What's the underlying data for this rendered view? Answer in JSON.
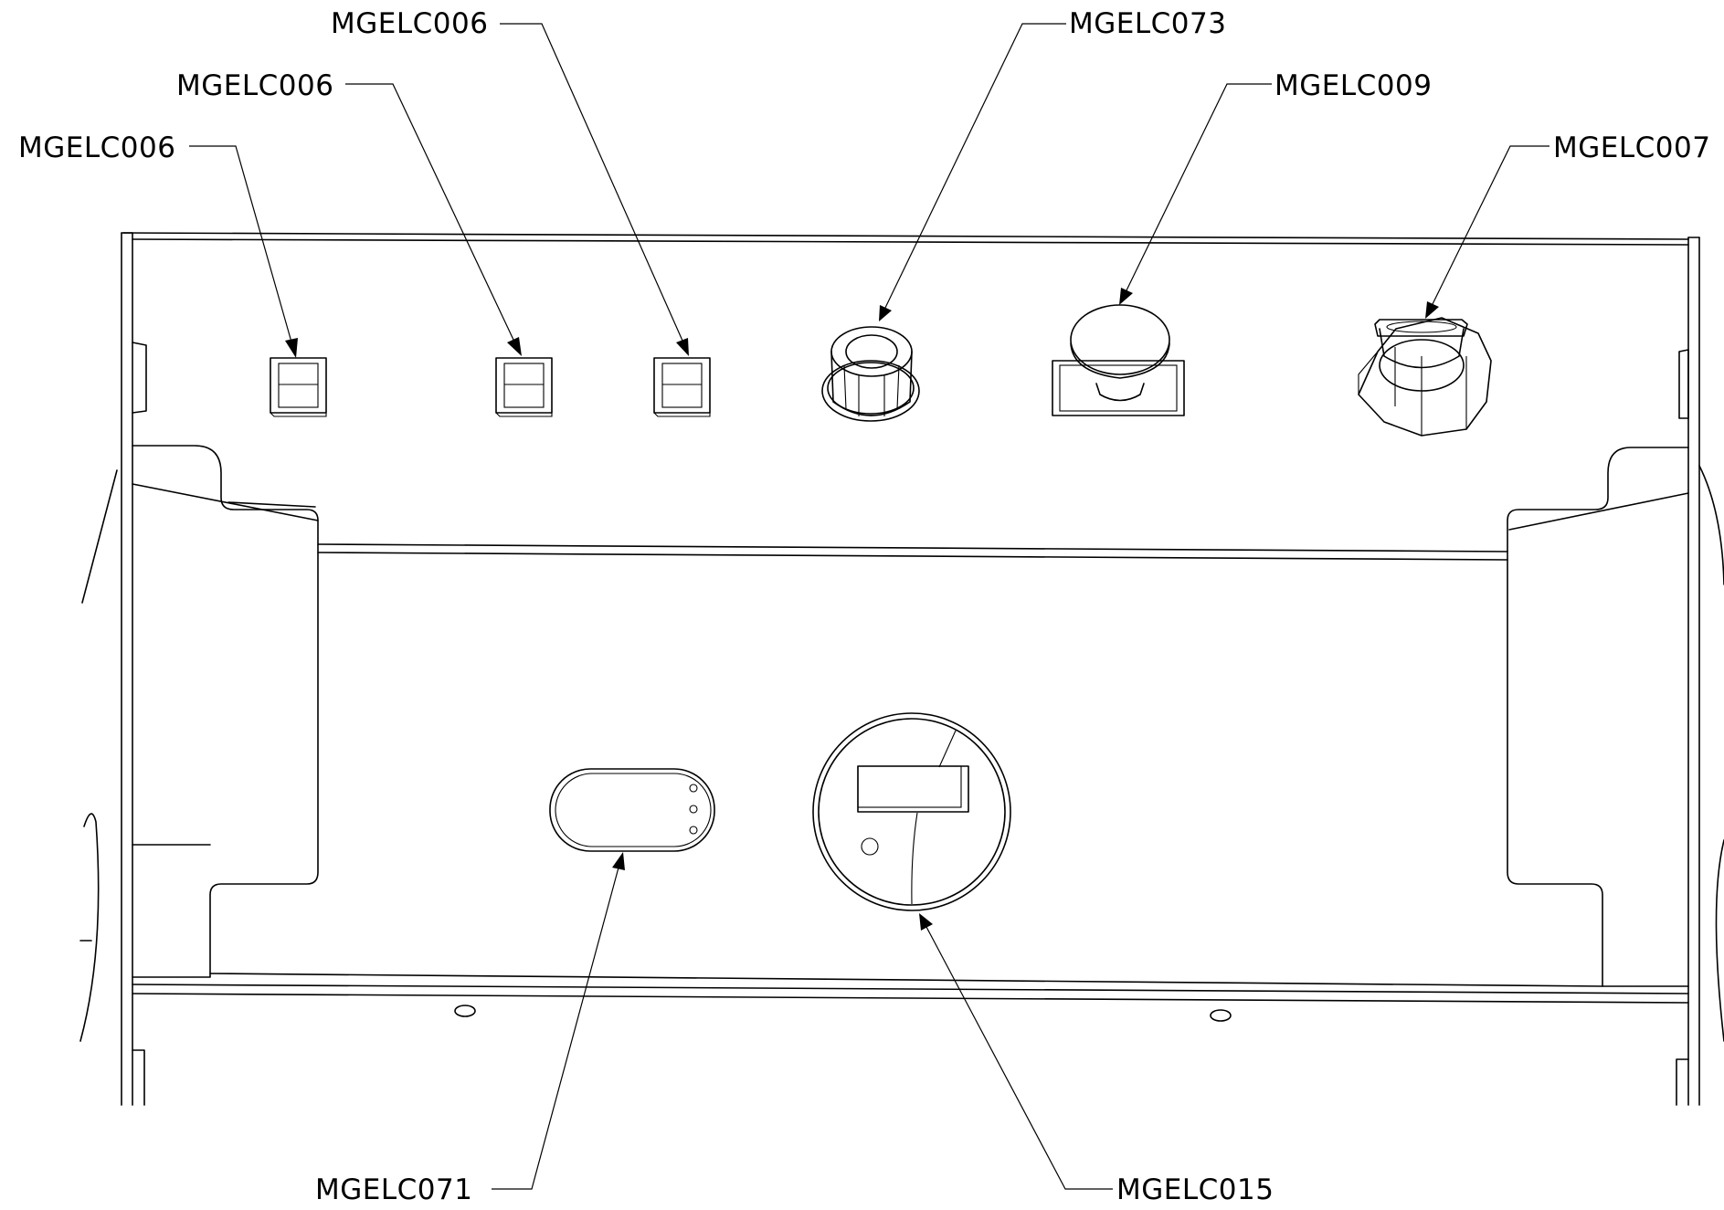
{
  "callouts": {
    "switch_left": "MGELC006",
    "switch_middle": "MGELC006",
    "switch_right": "MGELC006",
    "knob": "MGELC073",
    "push_button": "MGELC009",
    "key_switch": "MGELC007",
    "indicator": "MGELC071",
    "gauge": "MGELC015"
  }
}
